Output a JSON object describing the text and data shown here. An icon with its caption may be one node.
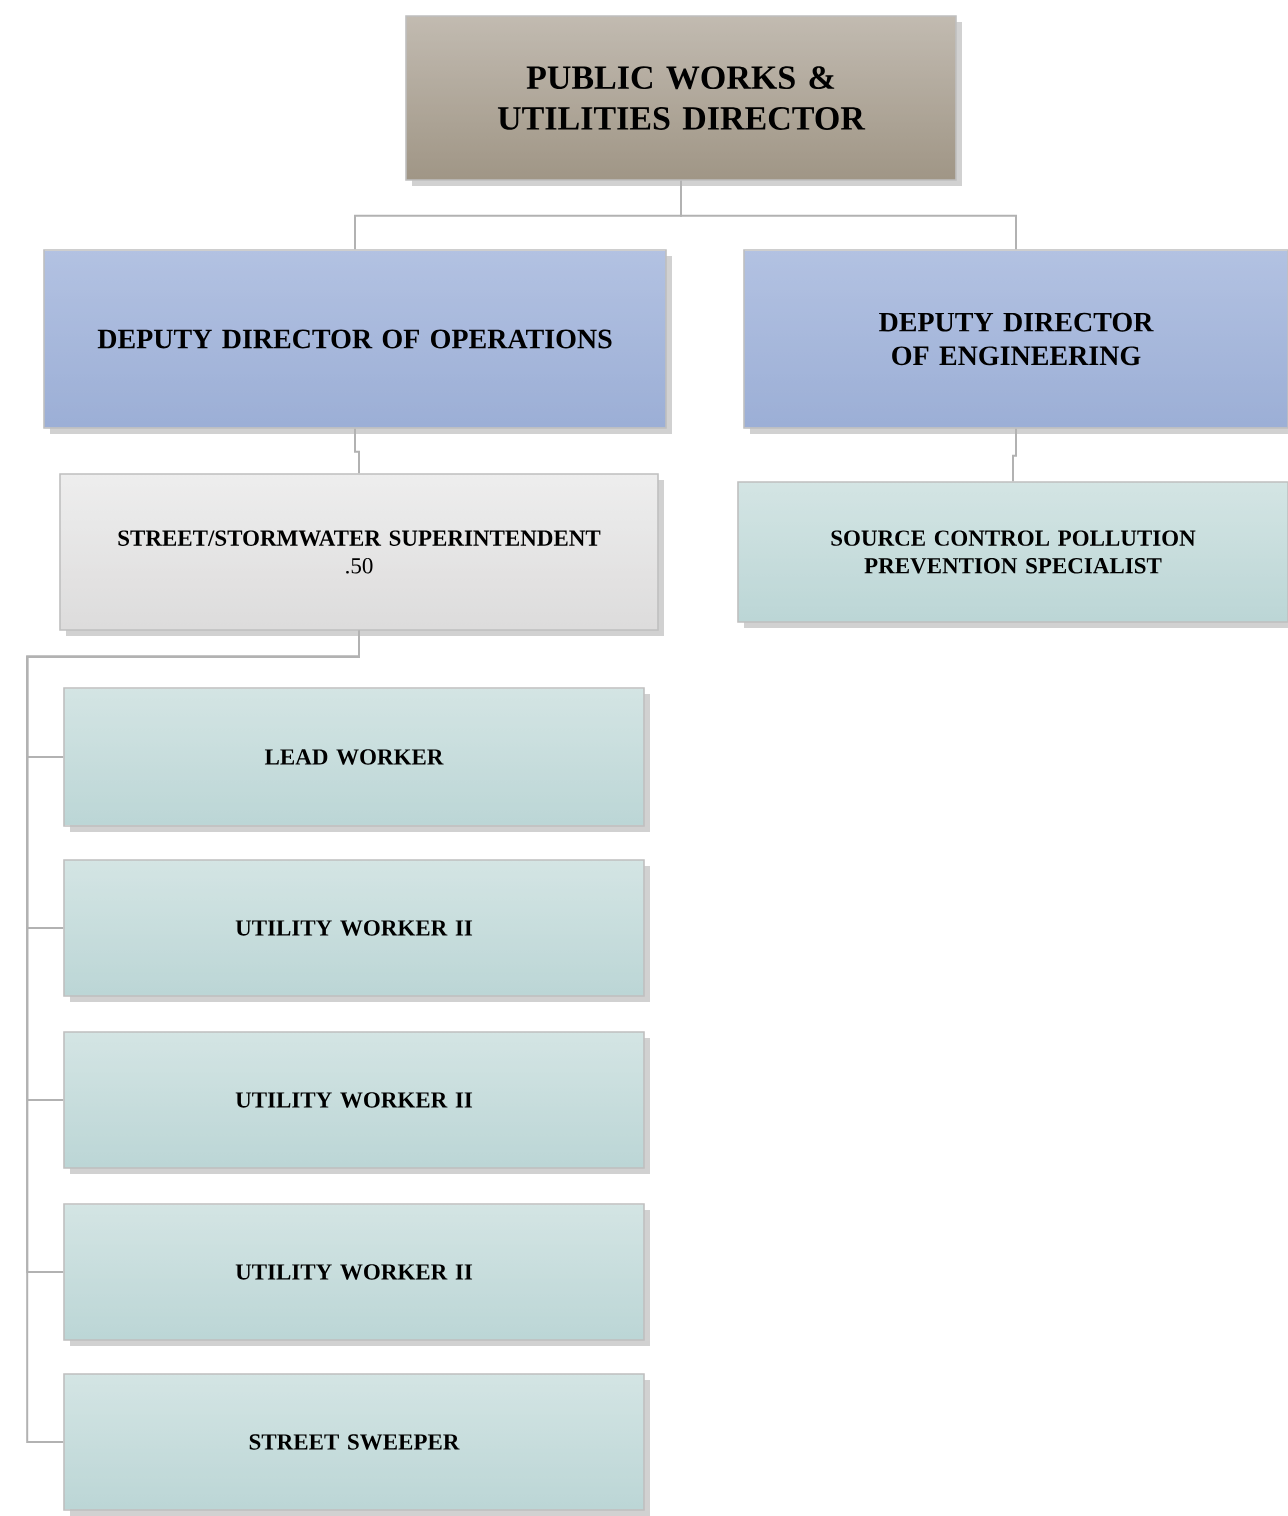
{
  "diagram": {
    "nodes": [
      {
        "text": [
          "PUBLIC WORKS & UTILITIES DIRECTOR"
        ]
      },
      {
        "text": [
          "DEPUTY DIRECTOR OF OPERATIONS"
        ]
      },
      {
        "text": [
          "DEPUTY DIRECTOR OF ENGINEERING"
        ]
      },
      {
        "text": [
          "STREET/STORMWATER SUPERINTENDENT",
          ".50"
        ]
      },
      {
        "text": [
          "SOURCE CONTROL POLLUTION PREVENTION SPECIALIST"
        ]
      },
      {
        "text": [
          "LEAD WORKER"
        ]
      },
      {
        "text": [
          "UTILITY WORKER II"
        ]
      },
      {
        "text": [
          "UTILITY WORKER II"
        ]
      },
      {
        "text": [
          "UTILITY WORKER II"
        ]
      },
      {
        "text": [
          "STREET SWEEPER"
        ]
      }
    ],
    "edges": [
      {
        "from": 0,
        "to": 1,
        "arrow": "none"
      },
      {
        "from": 0,
        "to": 2,
        "arrow": "none"
      },
      {
        "from": 1,
        "to": 3,
        "arrow": "none"
      },
      {
        "from": 2,
        "to": 4,
        "arrow": "none"
      },
      {
        "from": 3,
        "to": 5,
        "arrow": "none"
      },
      {
        "from": 3,
        "to": 6,
        "arrow": "none"
      },
      {
        "from": 3,
        "to": 7,
        "arrow": "none"
      },
      {
        "from": 3,
        "to": 8,
        "arrow": "none"
      },
      {
        "from": 3,
        "to": 9,
        "arrow": "none"
      }
    ]
  }
}
